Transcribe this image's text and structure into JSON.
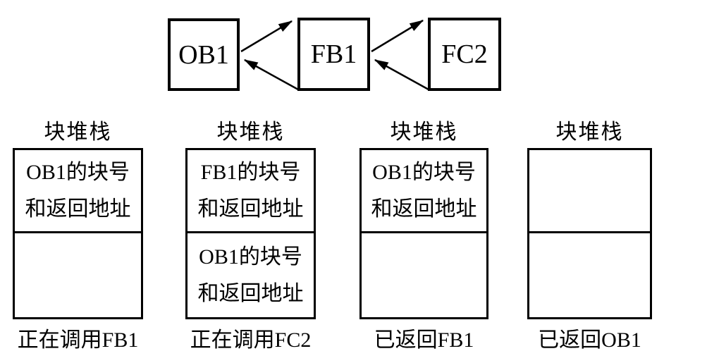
{
  "call_chain": {
    "blocks": [
      {
        "label": "OB1"
      },
      {
        "label": "FB1"
      },
      {
        "label": "FC2"
      }
    ],
    "arrows": [
      {
        "name": "ob1-calls-fb1",
        "direction": "OB1 -> FB1"
      },
      {
        "name": "fb1-returns-ob1",
        "direction": "FB1 -> OB1"
      },
      {
        "name": "fb1-calls-fc2",
        "direction": "FB1 -> FC2"
      },
      {
        "name": "fc2-returns-fb1",
        "direction": "FC2 -> FB1"
      }
    ]
  },
  "stacks": [
    {
      "title": "块堆栈",
      "cells": [
        {
          "lines": [
            "OB1的块号",
            "和返回地址"
          ]
        },
        {
          "lines": []
        }
      ],
      "caption": "正在调用FB1"
    },
    {
      "title": "块堆栈",
      "cells": [
        {
          "lines": [
            "FB1的块号",
            "和返回地址"
          ]
        },
        {
          "lines": [
            "OB1的块号",
            "和返回地址"
          ]
        }
      ],
      "caption": "正在调用FC2"
    },
    {
      "title": "块堆栈",
      "cells": [
        {
          "lines": [
            "OB1的块号",
            "和返回地址"
          ]
        },
        {
          "lines": []
        }
      ],
      "caption": "已返回FB1"
    },
    {
      "title": "块堆栈",
      "cells": [
        {
          "lines": []
        },
        {
          "lines": []
        }
      ],
      "caption": "已返回OB1"
    }
  ],
  "colors": {
    "line": "#000000",
    "background": "#ffffff"
  }
}
